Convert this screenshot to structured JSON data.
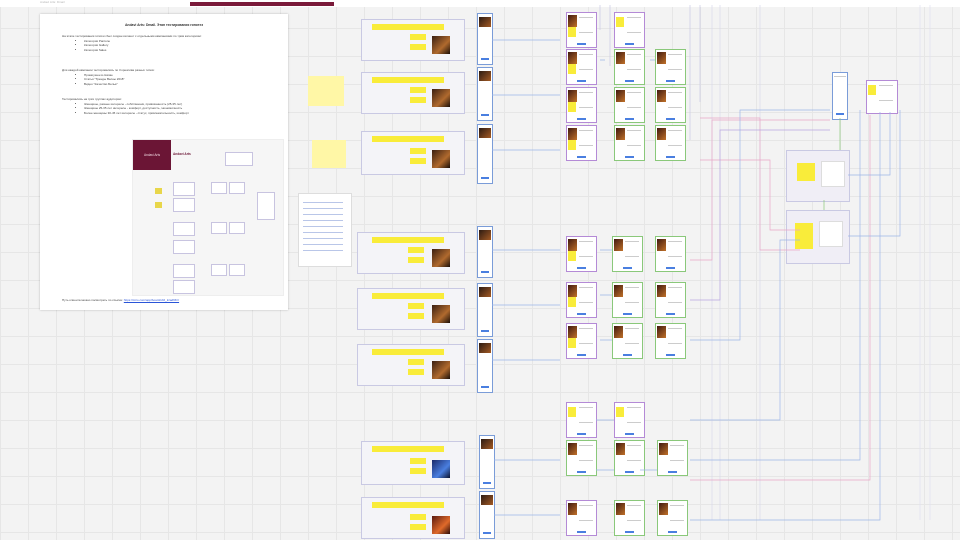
{
  "app": {
    "breadcrumb": "Andavi Arts: Dmail",
    "accent_color": "#7a1a3a"
  },
  "document": {
    "title": "Andavi Arts: Dmail. Этап тестирования гипотез",
    "intro": "На этапе тестирования гипотез был создан сегмент с отдельными кампаниями по трём категориям:",
    "categories": [
      "Категория Pantone",
      "Категория Gallery",
      "Категория Sales"
    ],
    "messages_intro": "Для каждой кампании тестировались по 3 креатива разных типов:",
    "creatives": [
      "Промоушен в связке",
      "Статья \"Тренды Весны 2018\"",
      "Видео \"Качество Бельё\""
    ],
    "audience_intro": "Тестировались на трёх группах аудитории:",
    "audiences": [
      "Женщины, разные интересы - собственник, привязанность (25-35 лет)",
      "Женщины 25-35 лет интересы - комфорт, доступность, экономичность",
      "Более женщины 30-45 лет интересы - статус, привлекательность, комфорт"
    ],
    "footer_text": "Путь клиента можно посмотреть по ссылке:",
    "footer_link": "https://miro.com/app/board/o9J_kzad9ft=/"
  },
  "mini_map": {
    "logo_text": "Andavi Arts",
    "logo_caption": "Andavi Arts"
  },
  "colors": {
    "frame_border": "#c9c9e3",
    "yellow": "#f9ec3a",
    "purple": "#b48ad6",
    "green": "#8ac87a",
    "blue": "#4a7fe0",
    "pink": "#e9a7c8"
  }
}
